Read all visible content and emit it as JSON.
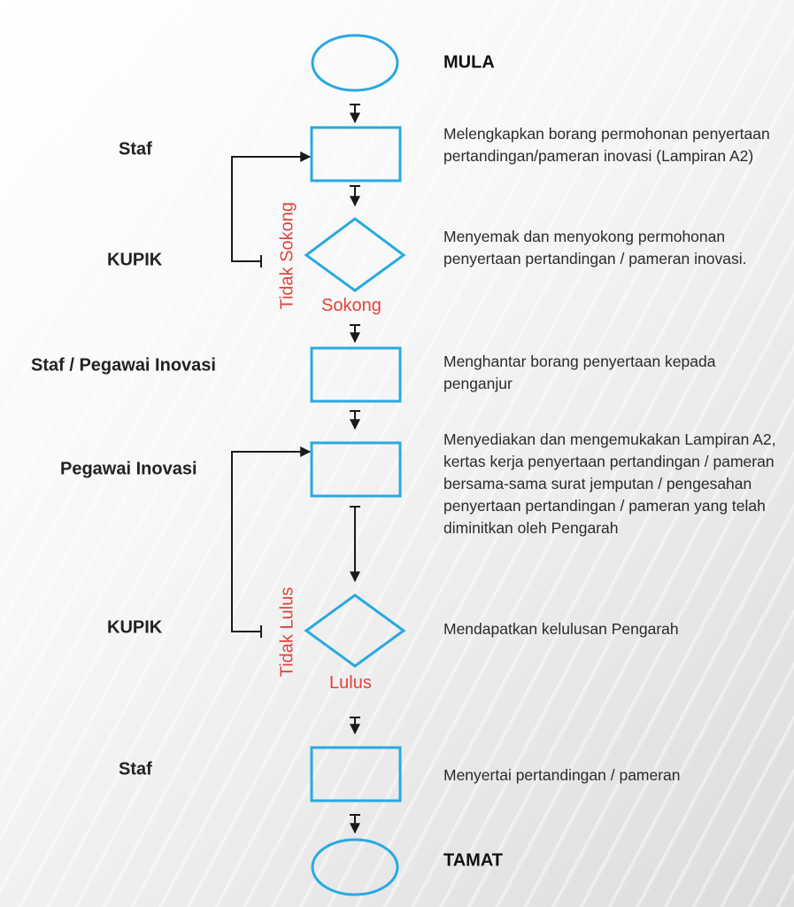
{
  "colors": {
    "shape_stroke": "#29a9e1",
    "arrow": "#1a1a1a",
    "branch_label": "#e2433a"
  },
  "terminals": {
    "start": "MULA",
    "end": "TAMAT"
  },
  "roles": {
    "r1": "Staf",
    "r2": "KUPIK",
    "r3": "Staf / Pegawai Inovasi",
    "r4": "Pegawai Inovasi",
    "r5": "KUPIK",
    "r6": "Staf"
  },
  "descriptions": {
    "d1": "Melengkapkan  borang permohonan penyertaan pertandingan/pameran inovasi (Lampiran A2)",
    "d2": "Menyemak dan menyokong permohonan penyertaan pertandingan / pameran inovasi.",
    "d3": "Menghantar borang penyertaan  kepada penganjur",
    "d4": "Menyediakan dan mengemukakan Lampiran A2, kertas kerja penyertaan pertandingan / pameran bersama-sama surat jemputan / pengesahan penyertaan pertandingan / pameran yang telah diminitkan oleh Pengarah",
    "d5": "Mendapatkan kelulusan Pengarah",
    "d6": "Menyertai pertandingan / pameran"
  },
  "branches": {
    "decision1_yes": "Sokong",
    "decision1_no": "Tidak Sokong",
    "decision2_yes": "Lulus",
    "decision2_no": "Tidak Lulus"
  }
}
